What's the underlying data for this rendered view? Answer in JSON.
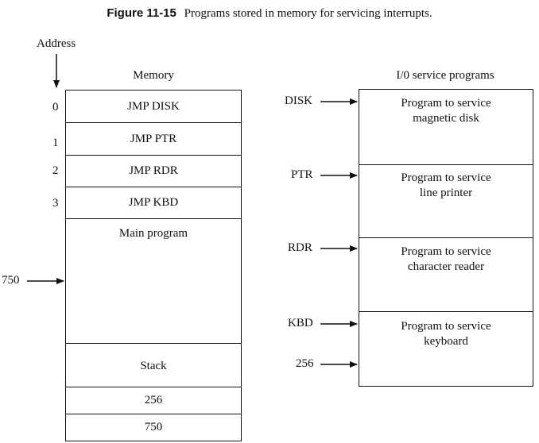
{
  "caption": {
    "figure_label": "Figure 11-15",
    "text": "Programs stored in memory for servicing interrupts."
  },
  "memory": {
    "address_heading": "Address",
    "column_heading": "Memory",
    "rows": [
      {
        "address": "0",
        "content": "JMP DISK"
      },
      {
        "address": "1",
        "content": "JMP PTR"
      },
      {
        "address": "2",
        "content": "JMP RDR"
      },
      {
        "address": "3",
        "content": "JMP KBD"
      }
    ],
    "main_program": "Main program",
    "main_pointer": "750",
    "stack": "Stack",
    "stack_bottom": [
      "256",
      "750"
    ]
  },
  "io": {
    "column_heading": "I/0 service programs",
    "programs": [
      {
        "entry": "DISK",
        "line1": "Program to service",
        "line2": "magnetic disk"
      },
      {
        "entry": "PTR",
        "line1": "Program to service",
        "line2": "line printer"
      },
      {
        "entry": "RDR",
        "line1": "Program to service",
        "line2": "character reader"
      },
      {
        "entry": "KBD",
        "line1": "Program to service",
        "line2": "keyboard"
      }
    ],
    "return_pointer": "256"
  }
}
